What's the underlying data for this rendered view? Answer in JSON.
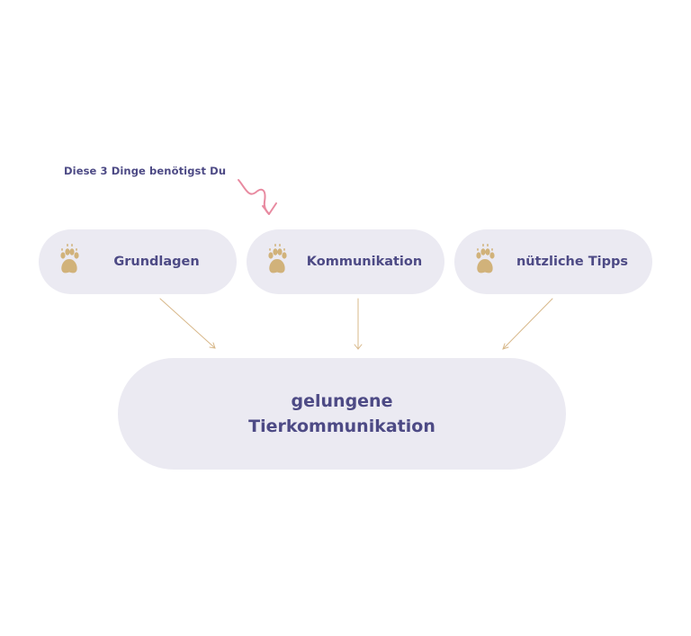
{
  "intro": {
    "text": "Diese 3 Dinge benötigst Du"
  },
  "pills": [
    {
      "label": "Grundlagen",
      "icon": "paw-icon"
    },
    {
      "label": "Kommunikation",
      "icon": "paw-icon"
    },
    {
      "label": "nützliche Tipps",
      "icon": "paw-icon"
    }
  ],
  "goal": {
    "line1": "gelungene",
    "line2": "Tierkommunikation"
  },
  "colors": {
    "text": "#4d4a85",
    "pill_background": "#ebeaf2",
    "paw": "#d1b27a",
    "connector": "#d8b88a",
    "squiggle": "#e88aa0"
  }
}
